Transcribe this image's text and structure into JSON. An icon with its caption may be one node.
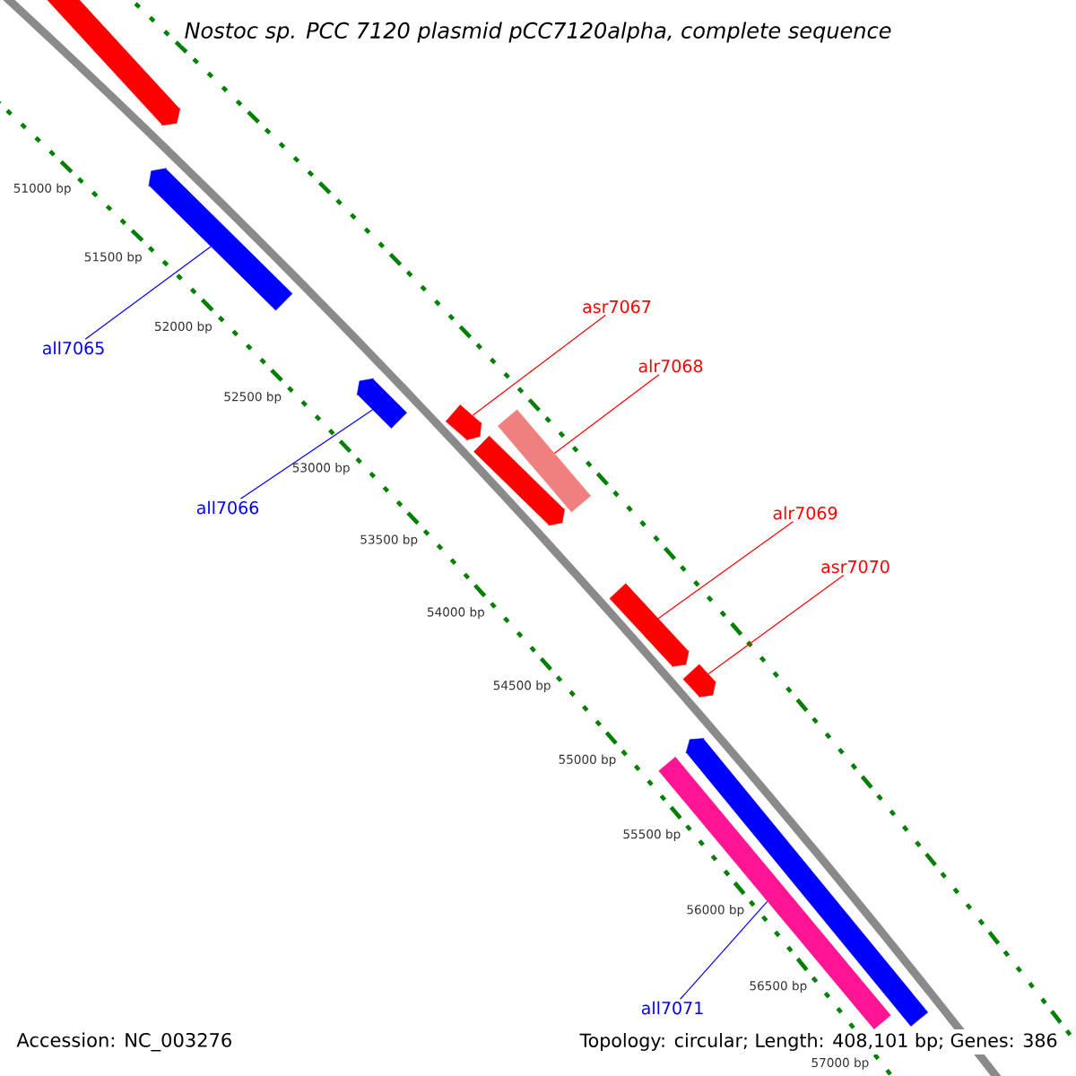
{
  "diagram": {
    "title": "Nostoc sp. PCC 7120 plasmid pCC7120alpha, complete sequence",
    "nodes": [
      {
        "text": [],
        "shape": "arrow"
      },
      {
        "text": [],
        "shape": "arrow"
      },
      {
        "text": [
          "all7065"
        ]
      },
      {
        "text": [],
        "shape": "arrow"
      },
      {
        "text": [
          "all7066"
        ]
      },
      {
        "text": [
          "asr7067"
        ]
      },
      {
        "text": [],
        "shape": "arrow"
      },
      {
        "text": [
          "alr7068"
        ]
      },
      {
        "text": [],
        "shape": "bar"
      },
      {
        "text": [],
        "shape": "arrow"
      },
      {
        "text": [
          "alr7069"
        ]
      },
      {
        "text": [],
        "shape": "arrow"
      },
      {
        "text": [
          "asr7070"
        ]
      },
      {
        "text": [],
        "shape": "arrow"
      },
      {
        "text": [],
        "shape": "arrow"
      },
      {
        "text": [],
        "shape": "bar"
      },
      {
        "text": [
          "all7071"
        ]
      }
    ],
    "edges": [
      {
        "from": 2,
        "to": 1,
        "arrow": "none",
        "color": "#0000ff"
      },
      {
        "from": 4,
        "to": 3,
        "arrow": "none",
        "color": "#0000ff"
      },
      {
        "from": 5,
        "to": 6,
        "arrow": "none"
      },
      {
        "from": 7,
        "to": 8,
        "arrow": "none"
      },
      {
        "from": 10,
        "to": 11,
        "arrow": "none"
      },
      {
        "from": 12,
        "to": 13,
        "arrow": "none"
      },
      {
        "from": 16,
        "to": 15,
        "arrow": "none",
        "color": "#0000ff"
      }
    ],
    "labels": [
      "51000 bp",
      "51500 bp",
      "52000 bp",
      "52500 bp",
      "53000 bp",
      "53500 bp",
      "54000 bp",
      "54500 bp",
      "55000 bp",
      "55500 bp",
      "56000 bp",
      "56500 bp",
      "57000 bp",
      "Accession: NC_003276",
      "Topology: circular; Length: 408,101 bp; Genes: 386"
    ]
  }
}
